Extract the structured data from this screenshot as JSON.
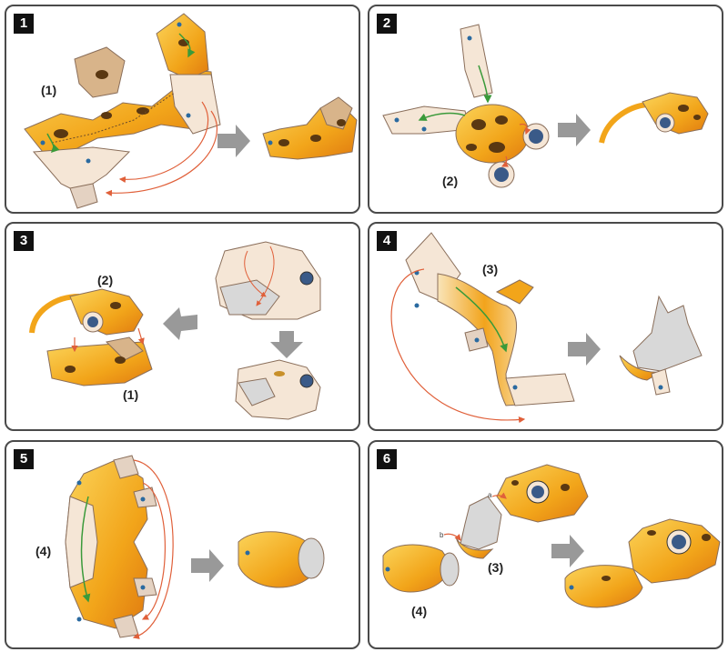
{
  "panels": [
    {
      "step": "1",
      "labels": [
        "(1)"
      ]
    },
    {
      "step": "2",
      "labels": [
        "(2)"
      ]
    },
    {
      "step": "3",
      "labels": [
        "(2)",
        "(1)"
      ]
    },
    {
      "step": "4",
      "labels": [
        "(3)"
      ]
    },
    {
      "step": "5",
      "labels": [
        "(4)"
      ]
    },
    {
      "step": "6",
      "labels": [
        "(3)",
        "(4)"
      ],
      "small_labels": [
        "a",
        "b"
      ]
    }
  ],
  "colors": {
    "skin": "#f2b322",
    "skin_light": "#fbe3a0",
    "spot": "#5a3812",
    "paper": "#f5e6d6",
    "tab": "#e4d2c2",
    "outline": "#8a6e5a",
    "arrow_gray": "#999999",
    "guide_red": "#e0603a",
    "guide_green": "#3a9a3a",
    "eye": "#3a5a88"
  }
}
